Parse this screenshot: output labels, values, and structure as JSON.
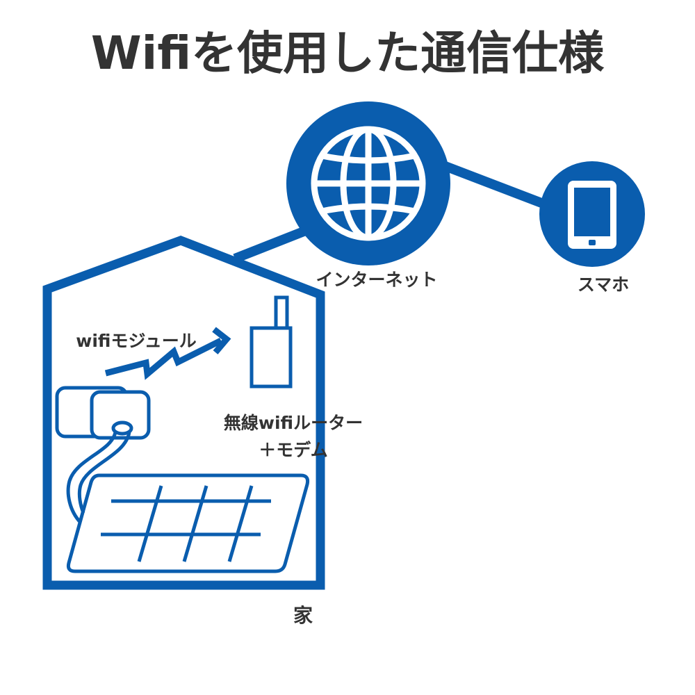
{
  "title": "Wifiを使用した通信仕様",
  "labels": {
    "internet": "インターネット",
    "smartphone": "スマホ",
    "wifi_module": "wifiモジュール",
    "router_line1": "無線wifiルーター",
    "router_line2": "＋モデム",
    "house": "家"
  },
  "colors": {
    "accent": "#0A5DAE",
    "text": "#333333",
    "background": "#FFFFFF"
  },
  "icons": [
    "globe-icon",
    "tablet-icon",
    "house-icon",
    "router-icon",
    "wifi-module-icon",
    "solar-panel-icon",
    "signal-zigzag-icon"
  ]
}
